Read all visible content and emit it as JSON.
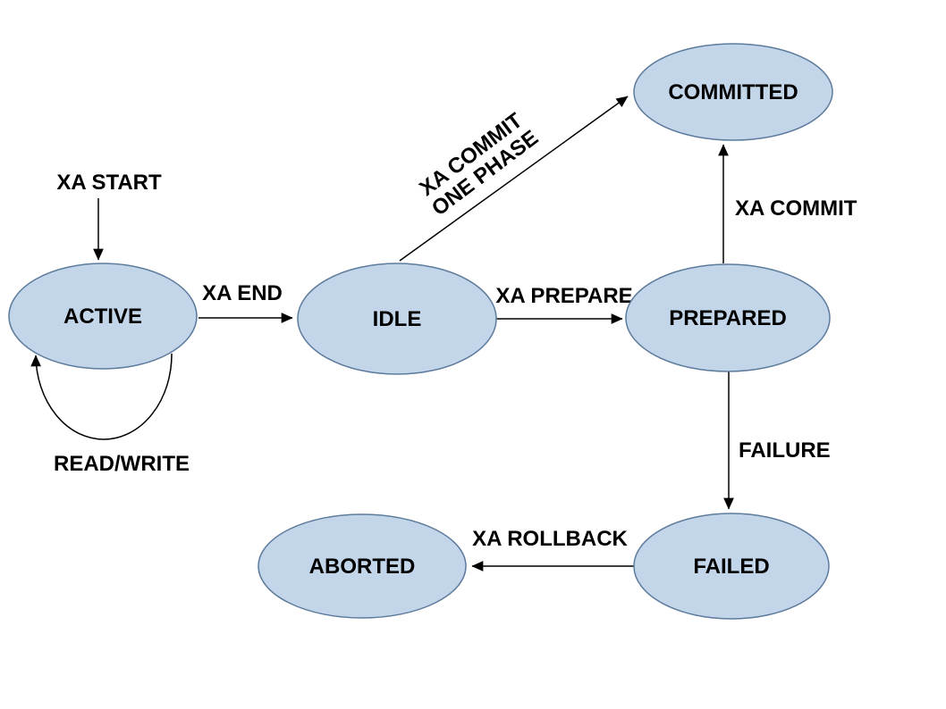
{
  "diagram": {
    "kind": "state-transition-diagram",
    "colors": {
      "background": "#ffffff",
      "node_fill": "#c3d6e9",
      "node_stroke": "#5d7b9c",
      "arrow": "#000000",
      "label": "#000000"
    },
    "nodes": [
      {
        "id": "active",
        "label": "ACTIVE"
      },
      {
        "id": "idle",
        "label": "IDLE"
      },
      {
        "id": "committed",
        "label": "COMMITTED"
      },
      {
        "id": "prepared",
        "label": "PREPARED"
      },
      {
        "id": "failed",
        "label": "FAILED"
      },
      {
        "id": "aborted",
        "label": "ABORTED"
      }
    ],
    "edges": [
      {
        "from": "start",
        "to": "active",
        "label": "XA START"
      },
      {
        "from": "active",
        "to": "idle",
        "label": "XA END"
      },
      {
        "from": "active",
        "to": "active",
        "label": "READ/WRITE"
      },
      {
        "from": "idle",
        "to": "committed",
        "label": "XA COMMIT ONE PHASE",
        "lines": [
          "XA COMMIT",
          "ONE PHASE"
        ]
      },
      {
        "from": "idle",
        "to": "prepared",
        "label": "XA PREPARE"
      },
      {
        "from": "prepared",
        "to": "committed",
        "label": "XA COMMIT"
      },
      {
        "from": "prepared",
        "to": "failed",
        "label": "FAILURE"
      },
      {
        "from": "failed",
        "to": "aborted",
        "label": "XA ROLLBACK"
      }
    ]
  }
}
